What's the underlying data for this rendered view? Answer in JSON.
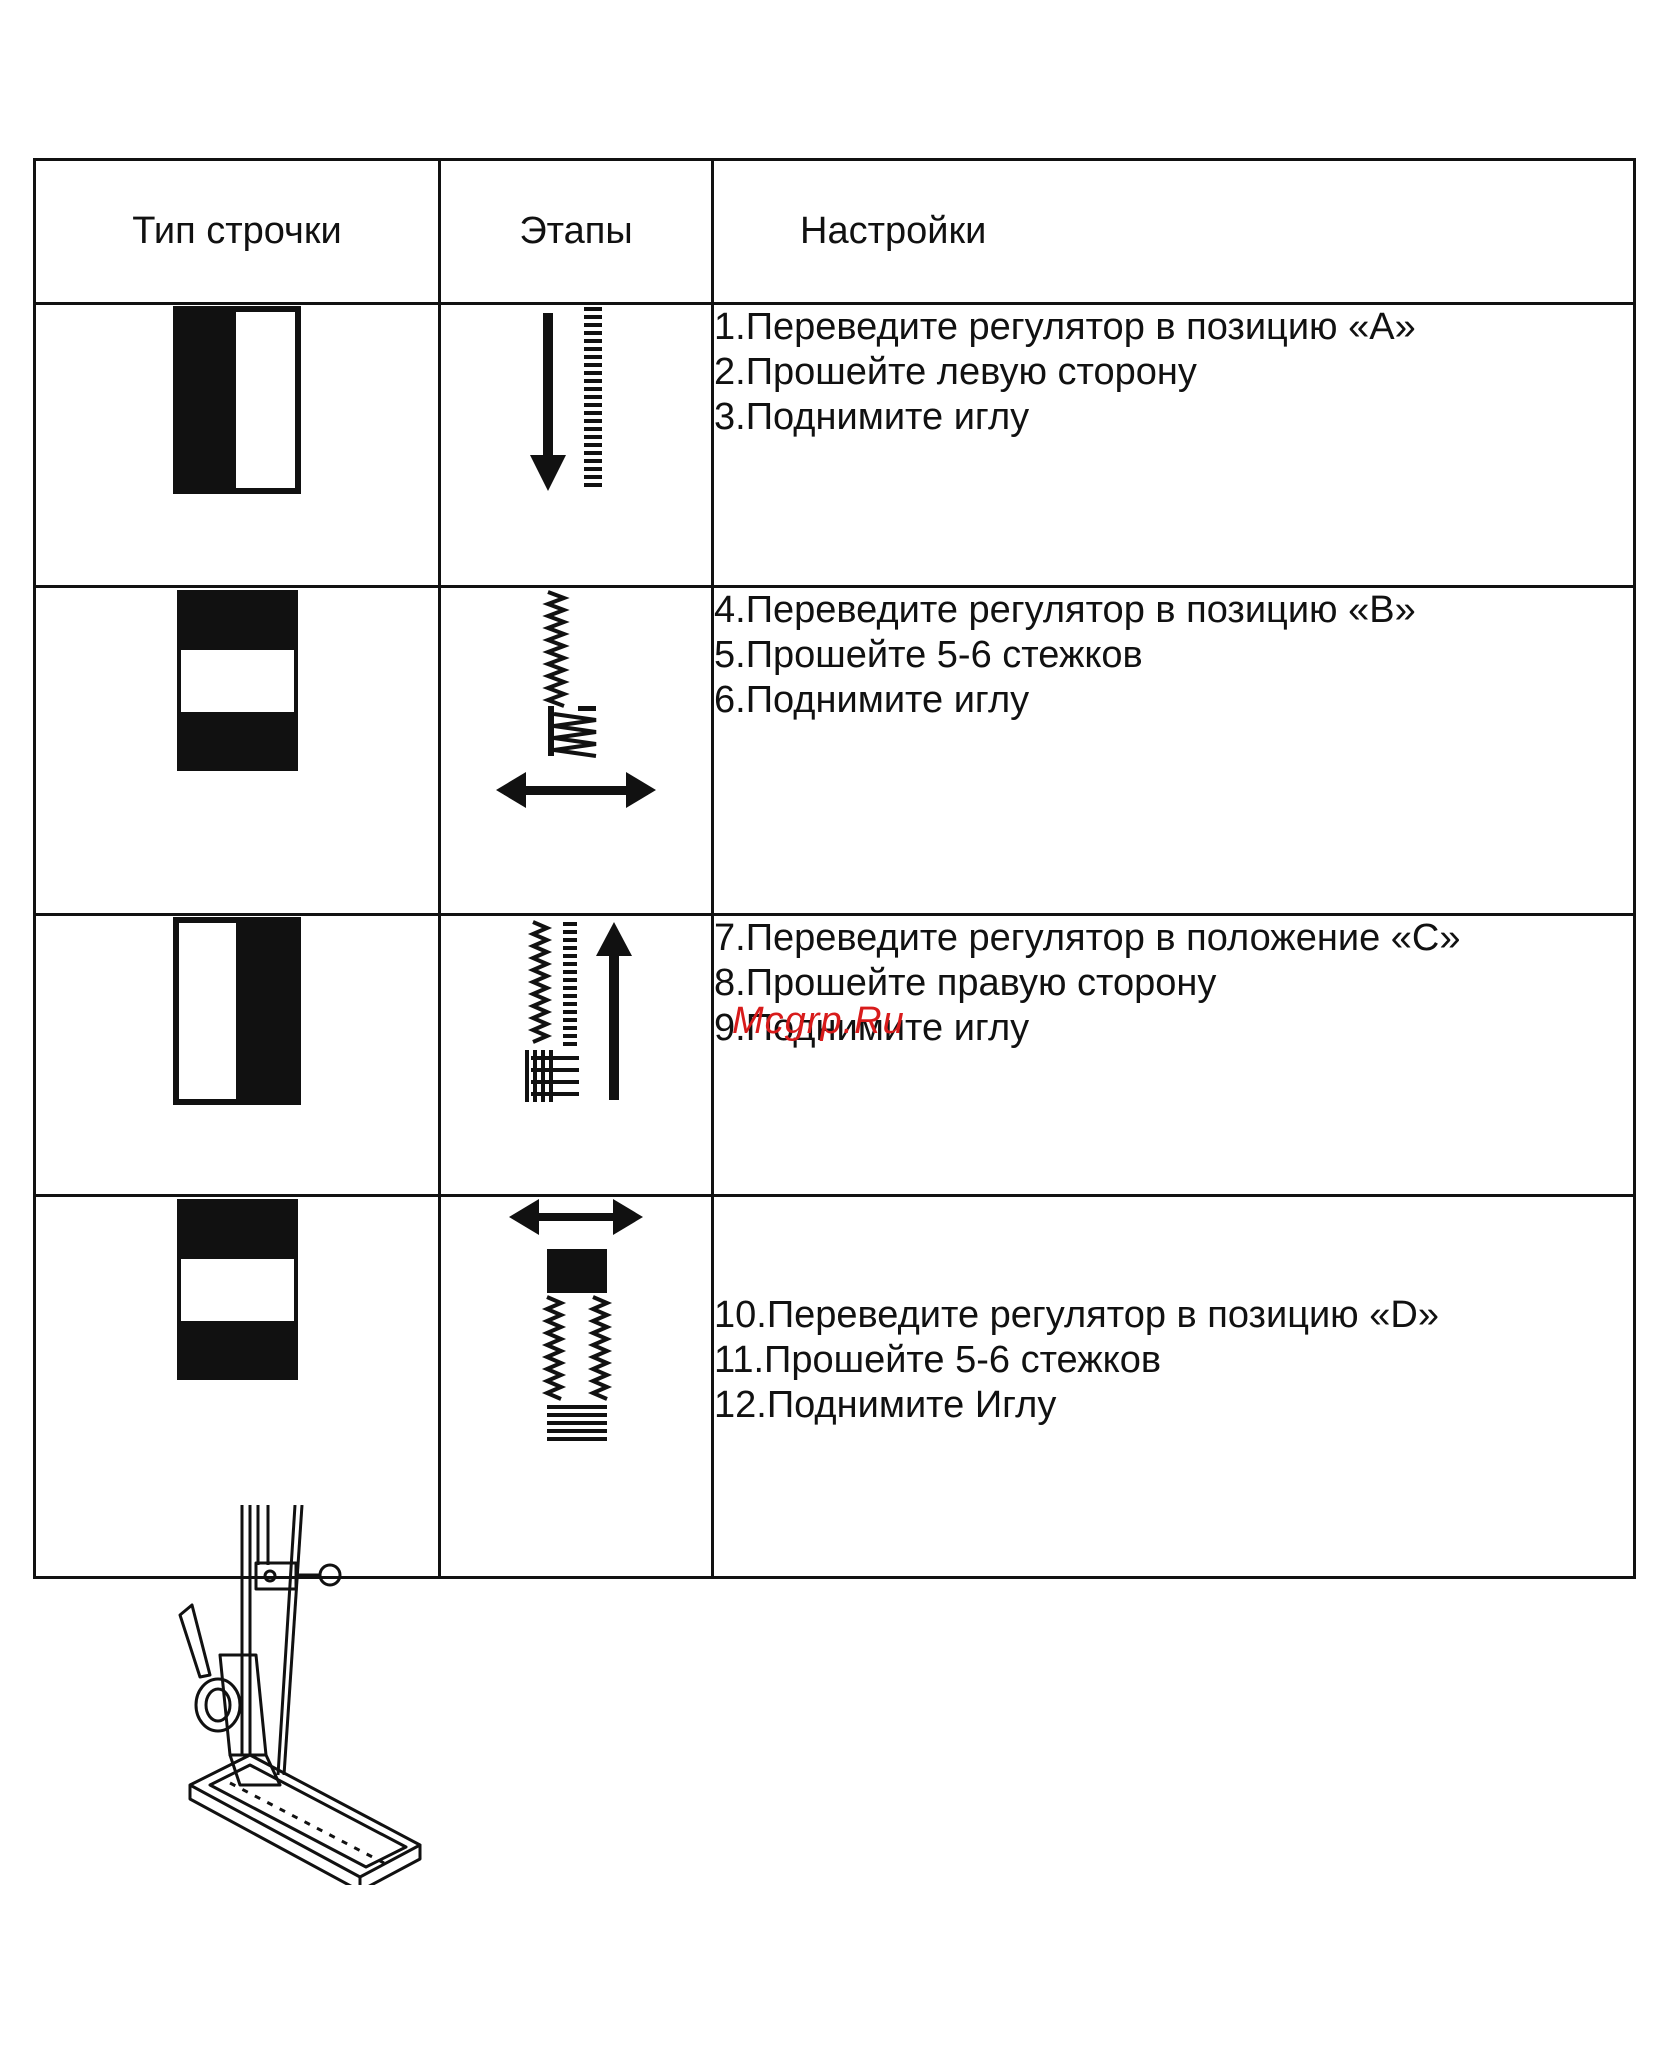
{
  "watermark": "Mcgrp.Ru",
  "table": {
    "headers": [
      "Тип строчки",
      "Этапы",
      "Настройки"
    ],
    "rows": [
      {
        "symbol": "left-dark",
        "stage": "arrow-down",
        "lines": [
          "1.Переведите регулятор в позицию «А»",
          "2.Прошейте левую сторону",
          "3.Поднимите иглу"
        ]
      },
      {
        "symbol": "bar-middle",
        "stage": "bartack-bottom",
        "lines": [
          "4.Переведите регулятор в позицию «В»",
          "5.Прошейте 5-6 стежков",
          "6.Поднимите иглу"
        ]
      },
      {
        "symbol": "right-dark",
        "stage": "arrow-up",
        "lines": [
          "7.Переведите регулятор в положение «С»",
          "8.Прошейте правую сторону",
          "9.Поднимите иглу"
        ]
      },
      {
        "symbol": "bar-middle",
        "stage": "bartack-top",
        "lines": [
          "10.Переведите регулятор в позицию «D»",
          "11.Прошейте 5-6 стежков",
          "12.Поднимите Иглу"
        ]
      }
    ]
  },
  "illustration": {
    "icon": "buttonhole-presser-foot-icon"
  }
}
